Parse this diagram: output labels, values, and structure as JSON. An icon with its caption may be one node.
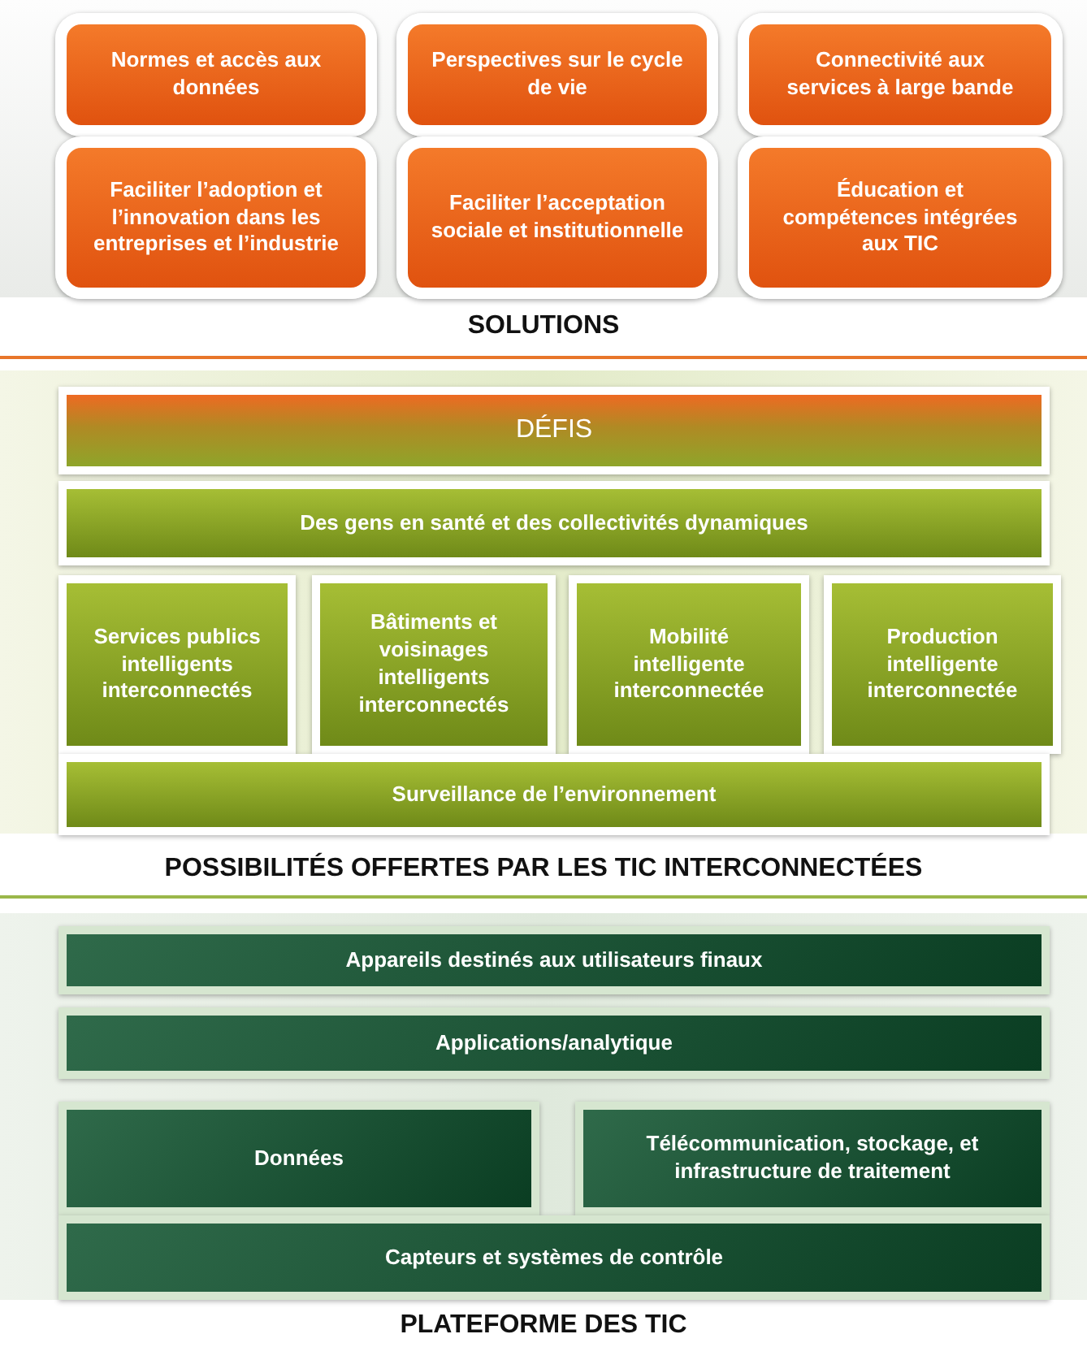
{
  "diagram": {
    "nodes": [
      {
        "text": [
          "Normes et accès aux données"
        ]
      },
      {
        "text": [
          "Perspectives sur le cycle de vie"
        ]
      },
      {
        "text": [
          "Connectivité aux services à large bande"
        ]
      },
      {
        "text": [
          "Faciliter l’adoption et l’innovation dans les entreprises et l’industrie"
        ]
      },
      {
        "text": [
          "Faciliter l’acceptation sociale et institutionnelle"
        ]
      },
      {
        "text": [
          "Éducation et compétences intégrées aux TIC"
        ]
      },
      {
        "text": [
          "DÉFIS"
        ]
      },
      {
        "text": [
          "Des gens en santé et des collectivités dynamiques"
        ]
      },
      {
        "text": [
          "Services publics intelligents interconnectés"
        ]
      },
      {
        "text": [
          "Bâtiments et voisinages intelligents interconnectés"
        ]
      },
      {
        "text": [
          "Mobilité intelligente interconnectée"
        ]
      },
      {
        "text": [
          "Production intelligente interconnectée"
        ]
      },
      {
        "text": [
          "Surveillance de l’environnement"
        ]
      },
      {
        "text": [
          "Appareils destinés aux utilisateurs finaux"
        ]
      },
      {
        "text": [
          "Applications/analytique"
        ]
      },
      {
        "text": [
          "Données"
        ]
      },
      {
        "text": [
          "Télécommunication, stockage, et infrastructure de traitement"
        ]
      },
      {
        "text": [
          "Capteurs et systèmes de contrôle"
        ]
      }
    ],
    "labels": [
      "SOLUTIONS",
      "POSSIBILITÉS OFFERTES PAR LES TIC INTERCONNECTÉES",
      "PLATEFORME DES TIC"
    ]
  }
}
